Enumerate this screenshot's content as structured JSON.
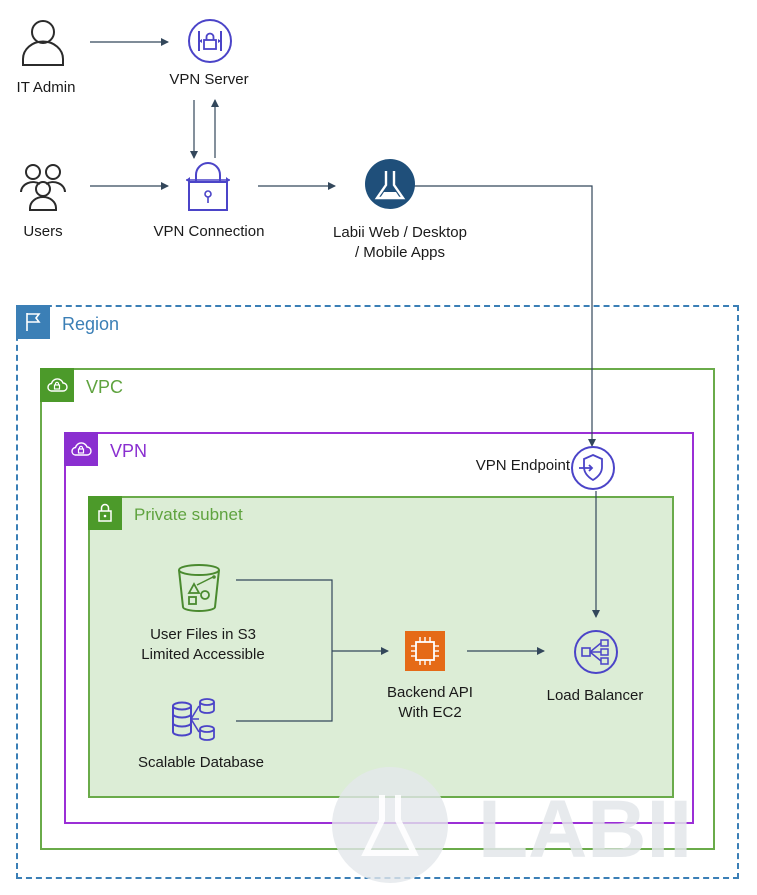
{
  "nodes": {
    "it_admin": "IT Admin",
    "vpn_server": "VPN Server",
    "users": "Users",
    "vpn_connection": "VPN Connection",
    "labii_apps": "Labii Web / Desktop\n/ Mobile Apps",
    "vpn_endpoint": "VPN Endpoint",
    "user_files": "User Files in S3\nLimited Accessible",
    "scalable_db": "Scalable Database",
    "backend_api": "Backend API\nWith EC2",
    "load_balancer": "Load Balancer"
  },
  "groups": {
    "region": "Region",
    "vpc": "VPC",
    "vpn": "VPN",
    "private_subnet": "Private subnet"
  },
  "watermark": {
    "text": "LABII"
  },
  "colors": {
    "region": "#3b7fb6",
    "vpc": "#6aab4a",
    "vpn": "#9b2fd6",
    "subnet_fill": "#dcedd6",
    "arrow": "#33475b",
    "aws_purple": "#4b44c8",
    "ec2_orange": "#e56a17",
    "s3_green": "#4a8a2f",
    "labii_blue": "#1f4f7a"
  },
  "icons": {
    "it_admin": "user-icon",
    "users": "users-group-icon",
    "vpn_server": "vpn-server-icon",
    "vpn_connection": "vpn-connection-icon",
    "labii": "flask-icon",
    "vpn_endpoint": "vpn-endpoint-icon",
    "s3": "s3-bucket-icon",
    "database": "database-icon",
    "ec2": "ec2-chip-icon",
    "load_balancer": "load-balancer-icon"
  }
}
